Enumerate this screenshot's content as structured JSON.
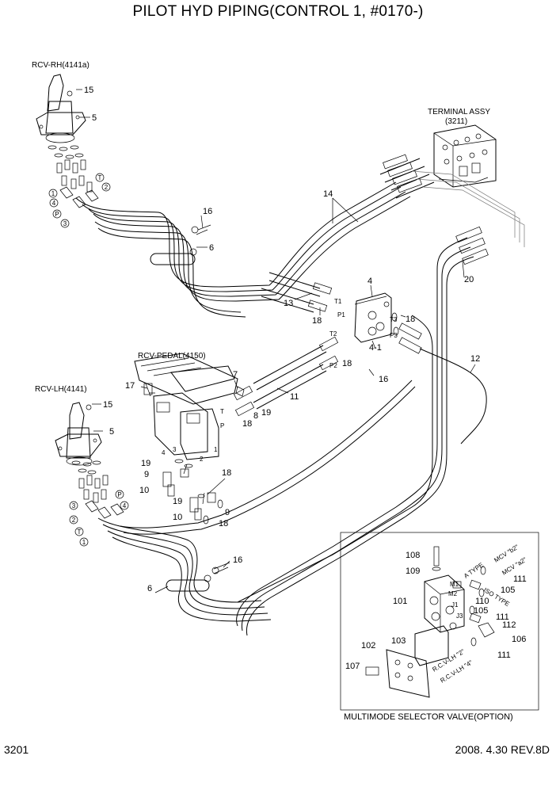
{
  "title": "PILOT HYD PIPING(CONTROL 1, #0170-)",
  "footer": {
    "page": "3201",
    "revision": "2008. 4.30  REV.8D"
  },
  "assemblies": {
    "rcv_rh": "RCV-RH(4141a)",
    "rcv_lh": "RCV-LH(4141)",
    "rcv_pedal": "RCV-PEDAL(4150)",
    "terminal_assy": "TERMINAL ASSY",
    "terminal_assy_ref": "(3211)",
    "multimode": "MULTIMODE SELECTOR VALVE(OPTION)"
  },
  "callouts": {
    "n15a": "15",
    "n5a": "5",
    "n16a": "16",
    "n6a": "6",
    "n14": "14",
    "n4": "4",
    "n13": "13",
    "n18a": "18",
    "n18b": "18",
    "n41": "4-1",
    "n16b": "16",
    "n20": "20",
    "n12": "12",
    "n7": "7",
    "n17": "17",
    "n11": "11",
    "n8": "8",
    "n19a": "19",
    "n18c": "18",
    "n18d": "18",
    "n15b": "15",
    "n5b": "5",
    "n19b": "19",
    "n9a": "9",
    "n10a": "10",
    "n18e": "18",
    "n19c": "19",
    "n9b": "9",
    "n10b": "10",
    "n18f": "18",
    "n16c": "16",
    "n6b": "6",
    "n108": "108",
    "n109": "109",
    "n111a": "111",
    "n105a": "105",
    "n101": "101",
    "n110": "110",
    "n105b": "105",
    "n111b": "111",
    "n112": "112",
    "n102": "102",
    "n103": "103",
    "n106": "106",
    "n107": "107",
    "n111c": "111"
  },
  "port_labels": {
    "t1": "T1",
    "p1": "P1",
    "t2": "T2",
    "p2": "P2",
    "t3": "T3",
    "p3": "P3",
    "t_ped": "T",
    "p_ped": "P",
    "pn1": "1",
    "pn2": "2",
    "pn3": "3",
    "pn4": "4",
    "a_type": "A TYPE",
    "iso_type": "ISO TYPE",
    "mcv_b2": "MCV \"b2\"",
    "mcv_a2": "MCV \"a2\"",
    "m1": "M1",
    "m2": "M2",
    "j1": "J1",
    "j3": "J3",
    "rcv_lh_2": "R.C.V-LH \"2\"",
    "rcv_lh_4": "R.C.V-LH \"4\""
  },
  "rh_ports": {
    "c1": "1",
    "c2": "2",
    "c4": "4",
    "cT": "T",
    "cP": "P",
    "c3": "3"
  },
  "lh_ports": {
    "c3": "3",
    "c2": "2",
    "cT": "T",
    "c1": "1",
    "cP": "P",
    "c4": "4"
  }
}
